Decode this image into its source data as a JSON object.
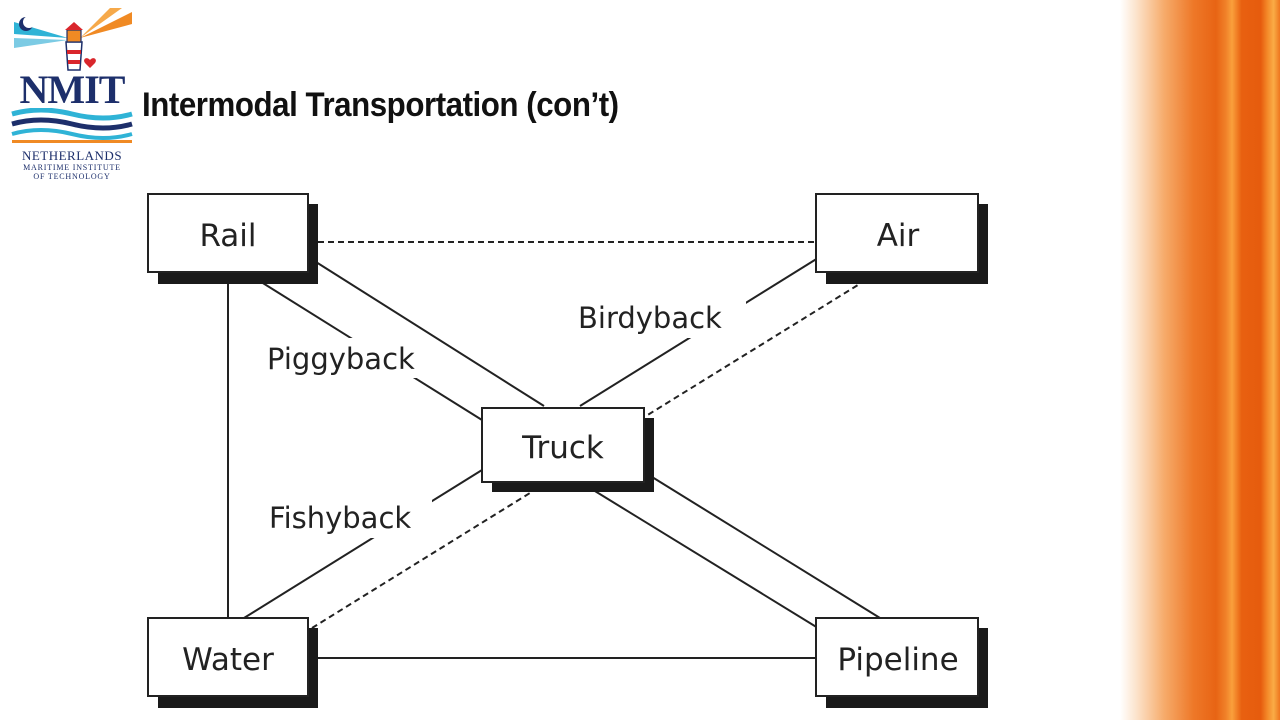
{
  "slide": {
    "title": "Intermodal Transportation (con’t)"
  },
  "logo": {
    "wordmark": "NMIT",
    "line1": "NETHERLANDS",
    "line2": "MARITIME INSTITUTE",
    "line3": "OF TECHNOLOGY",
    "colors": {
      "navy": "#1d2f6b",
      "orange": "#f08a24",
      "cyan": "#2fb3d6",
      "red": "#d9262c"
    }
  },
  "diagram": {
    "nodes": [
      {
        "id": "rail",
        "label": "Rail"
      },
      {
        "id": "air",
        "label": "Air"
      },
      {
        "id": "truck",
        "label": "Truck"
      },
      {
        "id": "water",
        "label": "Water"
      },
      {
        "id": "pipeline",
        "label": "Pipeline"
      }
    ],
    "edges": [
      {
        "from": "rail",
        "to": "air",
        "style": "dashed",
        "label": ""
      },
      {
        "from": "rail",
        "to": "truck",
        "style": "solid",
        "label": "Piggyback"
      },
      {
        "from": "air",
        "to": "truck",
        "style": "solid",
        "label": "Birdyback"
      },
      {
        "from": "air",
        "to": "truck",
        "style": "dashed",
        "label": ""
      },
      {
        "from": "water",
        "to": "truck",
        "style": "solid",
        "label": "Fishyback"
      },
      {
        "from": "water",
        "to": "truck",
        "style": "dashed",
        "label": ""
      },
      {
        "from": "truck",
        "to": "pipeline",
        "style": "solid",
        "label": ""
      },
      {
        "from": "truck",
        "to": "pipeline",
        "style": "solid",
        "label": ""
      },
      {
        "from": "rail",
        "to": "water",
        "style": "solid",
        "label": ""
      },
      {
        "from": "water",
        "to": "pipeline",
        "style": "solid",
        "label": ""
      }
    ]
  }
}
